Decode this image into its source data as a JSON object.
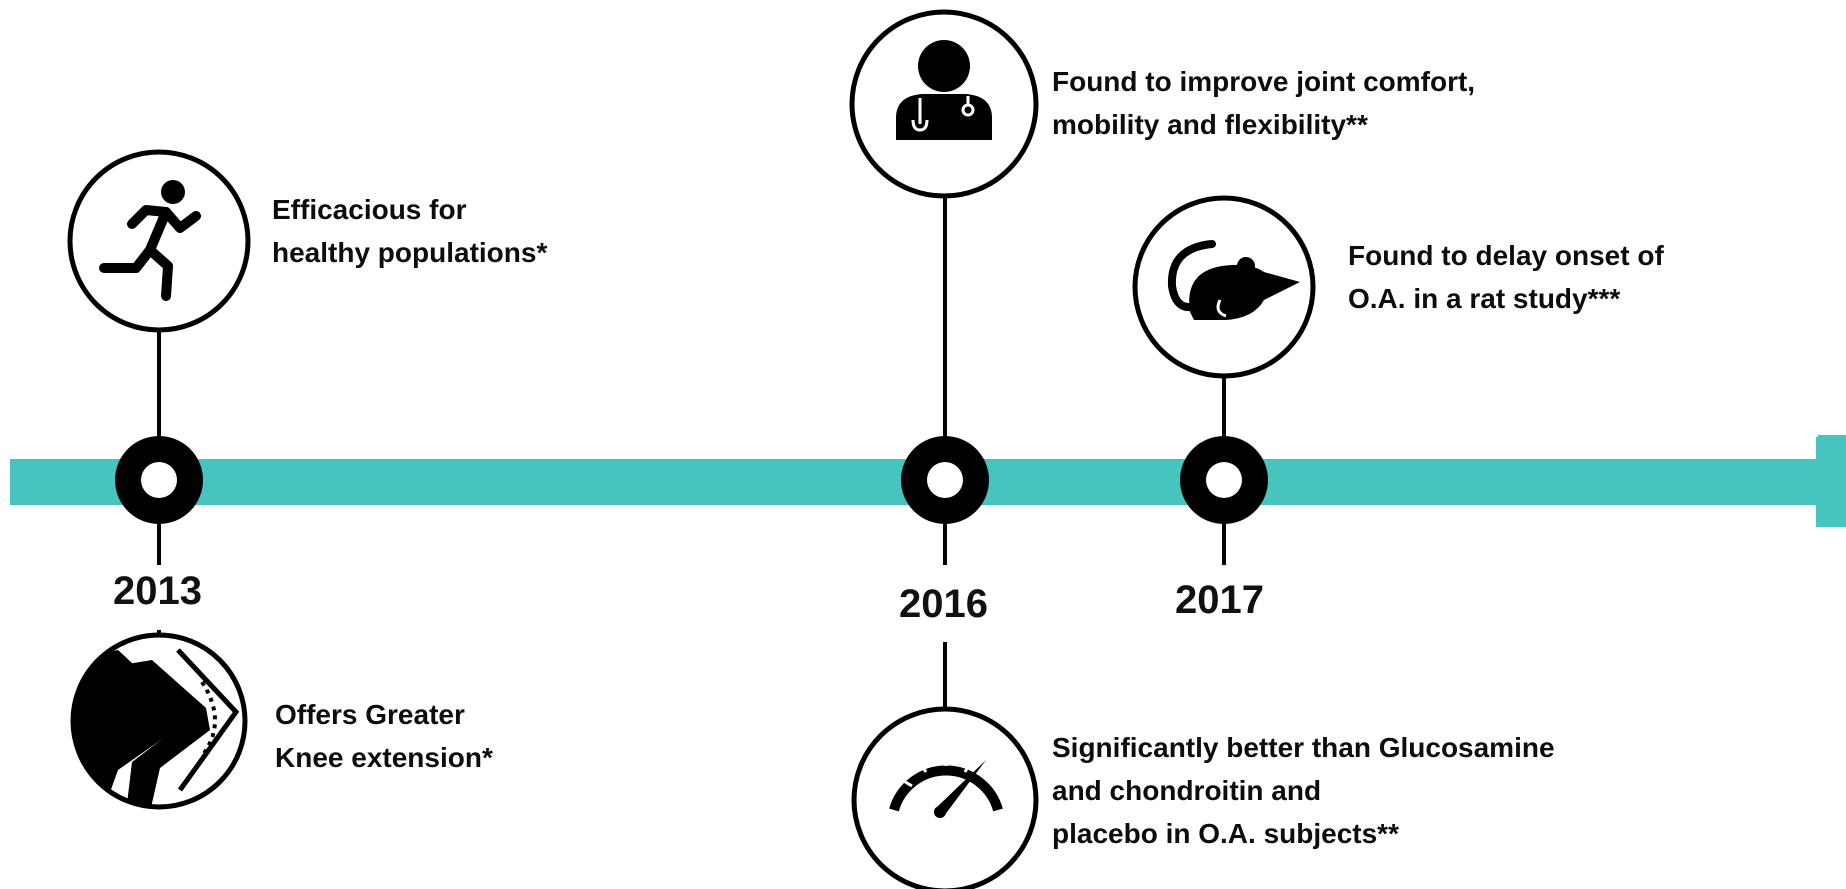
{
  "timeline": {
    "bar_color": "#45C4C0",
    "ink_color": "#000000",
    "years": {
      "y2013": "2013",
      "y2016": "2016",
      "y2017": "2017"
    },
    "milestones": [
      {
        "icon": "runner-icon",
        "lines": [
          "Efficacious for",
          "healthy populations*"
        ]
      },
      {
        "icon": "knee-icon",
        "lines": [
          "Offers Greater",
          "Knee extension*"
        ]
      },
      {
        "icon": "doctor-icon",
        "lines": [
          "Found to improve joint comfort,",
          "mobility and flexibility**"
        ]
      },
      {
        "icon": "speedometer-icon",
        "lines": [
          "Significantly better than Glucosamine",
          "and chondroitin and",
          "placebo in O.A. subjects**"
        ]
      },
      {
        "icon": "rat-icon",
        "lines": [
          "Found to delay onset of",
          "O.A. in a rat study***"
        ]
      }
    ]
  }
}
